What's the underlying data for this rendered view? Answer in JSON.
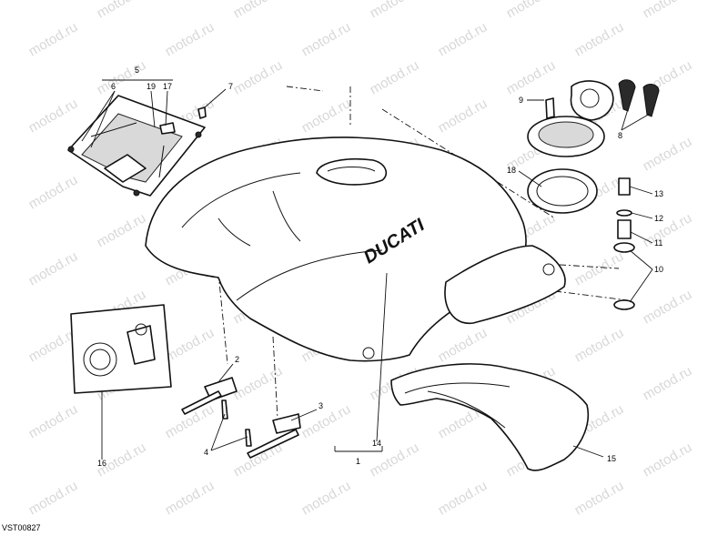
{
  "diagram_code": "VST00827",
  "watermark": "motod.ru",
  "brand_logo": "DUCATI",
  "callouts": [
    "1",
    "2",
    "3",
    "4",
    "5",
    "6",
    "7",
    "8",
    "9",
    "10",
    "11",
    "12",
    "13",
    "14",
    "15",
    "16",
    "17",
    "18",
    "19"
  ]
}
